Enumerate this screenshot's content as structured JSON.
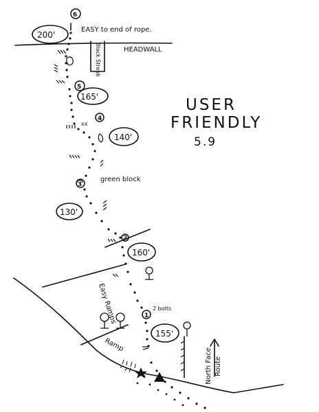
{
  "route": {
    "name_line1": "USER",
    "name_line2": "FRIENDLY",
    "grade": "5.9"
  },
  "topo": {
    "pitches": [
      "200'",
      "165'",
      "140'",
      "130'",
      "160'",
      "155'"
    ],
    "belays": {
      "1": "1",
      "2": "2",
      "3": "3",
      "4": "4",
      "5": "5",
      "6": "6"
    },
    "notes": {
      "top": "EASY to end of rope.",
      "headwall": "HEADWALL",
      "black_streak": "Black Streak",
      "green_block": "green block",
      "bolts": "xx",
      "bolts_count": "2 bolts",
      "easy_ramps": "Easy Ramps",
      "ramp": "Ramp",
      "north_face": "North Face",
      "route": "Route"
    }
  }
}
